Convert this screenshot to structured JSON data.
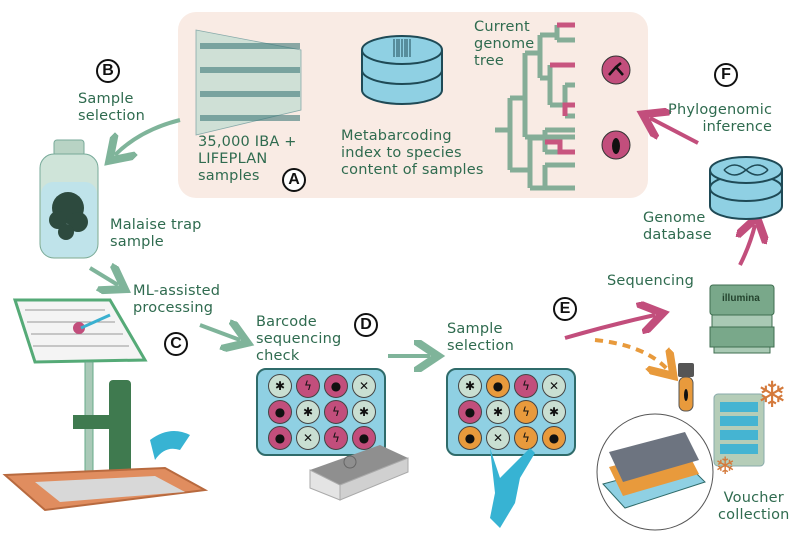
{
  "badges": {
    "A": "A",
    "B": "B",
    "C": "C",
    "D": "D",
    "E": "E",
    "F": "F"
  },
  "labels": {
    "samples_count": "35,000 IBA +\nLIFEPLAN\nsamples",
    "metabarcoding": "Metabarcoding\nindex to species\ncontent of samples",
    "genome_tree": "Current\ngenome\ntree",
    "sample_selection_b": "Sample\nselection",
    "malaise": "Malaise trap\nsample",
    "ml_processing": "ML-assisted\nprocessing",
    "barcode_check": "Barcode\nsequencing\ncheck",
    "sample_selection_d": "Sample\nselection",
    "sequencing": "Sequencing",
    "phylogenomic": "Phylogenomic\ninference",
    "genome_db": "Genome\ndatabase",
    "voucher": "Voucher\ncollection",
    "sequencer_brand": "illumina"
  },
  "colors": {
    "green_arrow": "#7fb49a",
    "pink_arrow": "#c24e7c",
    "orange_dash": "#e89a3c",
    "panel_bg": "#f9ebe4",
    "db_blue": "#8fd0e3",
    "tree_green": "#85ad97",
    "tree_pink": "#c8557f"
  },
  "plate_d": [
    [
      "fly",
      "wasp",
      "beetle",
      "mosquito"
    ],
    [
      "beetle",
      "fly",
      "wasp",
      "fly"
    ],
    [
      "beetle",
      "mosquito",
      "wasp",
      "beetle"
    ]
  ],
  "plate_d_colors": [
    [
      "grey",
      "pink",
      "pink",
      "grey"
    ],
    [
      "pink",
      "grey",
      "pink",
      "grey"
    ],
    [
      "pink",
      "grey",
      "pink",
      "pink"
    ]
  ],
  "plate_e": [
    [
      "fly",
      "beetle",
      "wasp",
      "mosquito"
    ],
    [
      "beetle",
      "fly",
      "wasp",
      "fly"
    ],
    [
      "beetle",
      "mosquito",
      "wasp",
      "beetle"
    ]
  ],
  "plate_e_colors": [
    [
      "grey",
      "orange",
      "pink",
      "grey"
    ],
    [
      "pink",
      "grey",
      "orange",
      "grey"
    ],
    [
      "orange",
      "grey",
      "orange",
      "orange"
    ]
  ]
}
